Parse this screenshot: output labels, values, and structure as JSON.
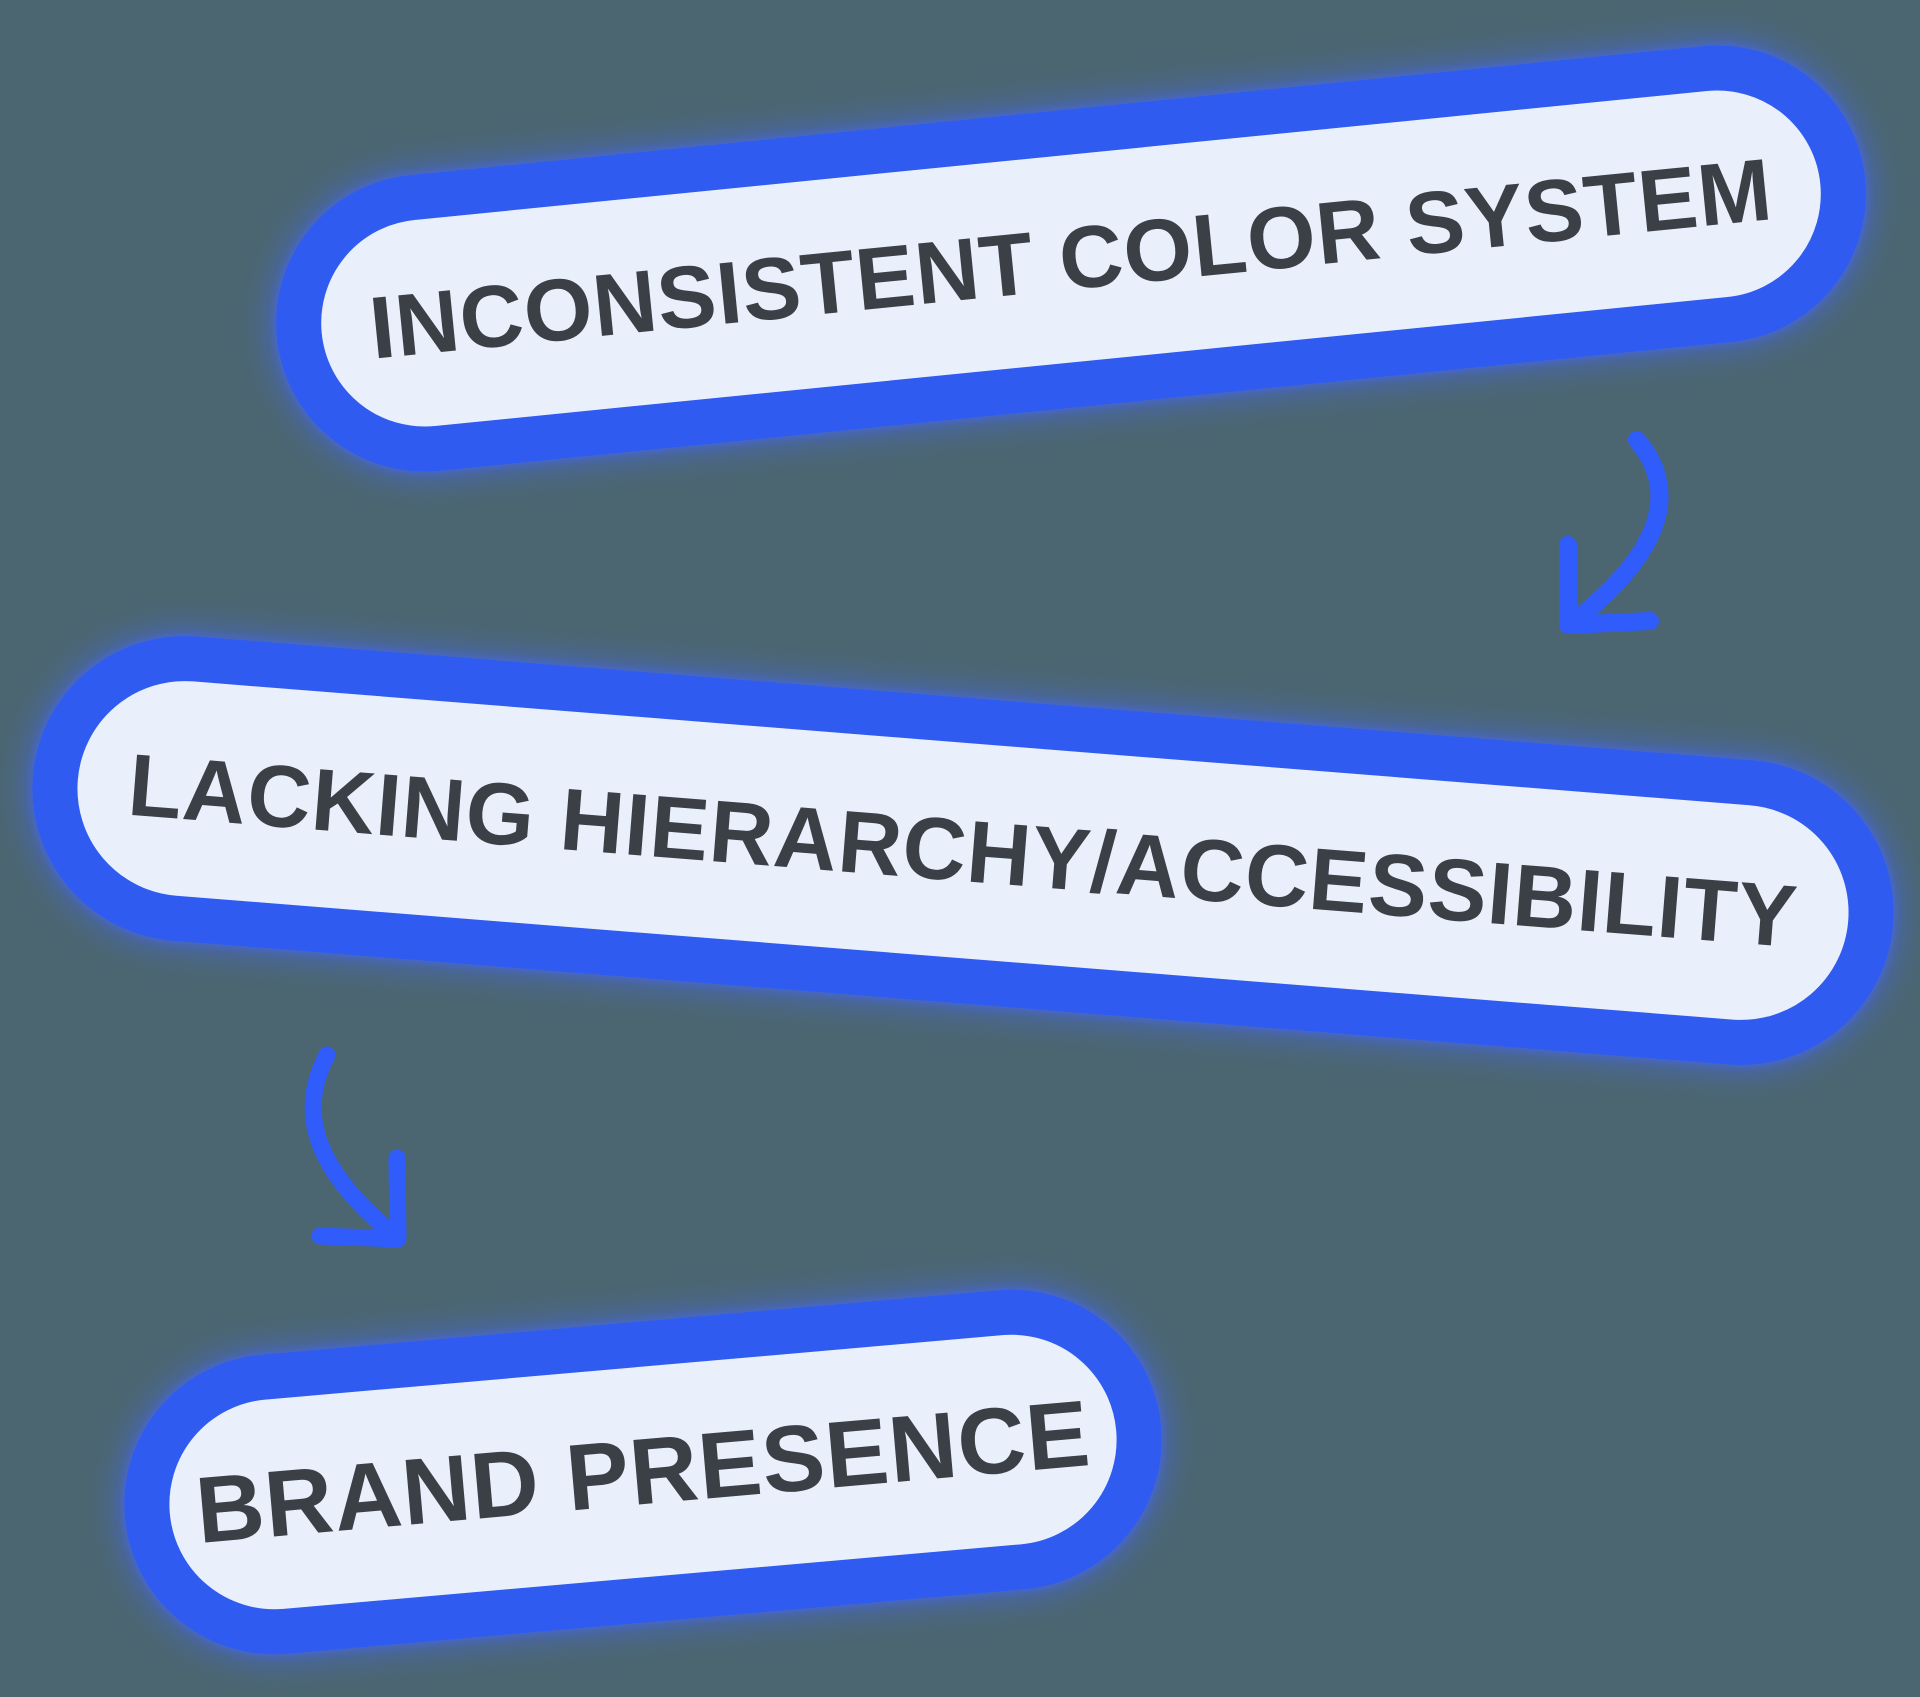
{
  "diagram": {
    "pills": [
      {
        "label": "INCONSISTENT COLOR SYSTEM"
      },
      {
        "label": "LACKING HIERARCHY/ACCESSIBILITY"
      },
      {
        "label": "BRAND PRESENCE"
      }
    ],
    "arrows": [
      {
        "name": "curved-arrow-down-left-icon",
        "direction": "down-left"
      },
      {
        "name": "curved-arrow-down-right-icon",
        "direction": "down-right"
      }
    ]
  },
  "colors": {
    "background": "#4C6671",
    "pill_border": "#2F5BF1",
    "pill_fill": "#E9F0FC",
    "text": "#3A4046",
    "arrow": "#2F5CFA",
    "glow": "rgba(70,105,244,0.55)"
  }
}
